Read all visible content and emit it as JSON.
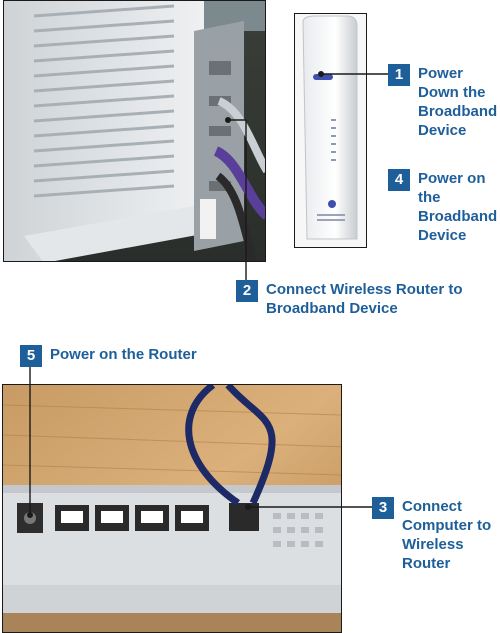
{
  "steps": [
    {
      "number": "1",
      "text": "Power Down the Broadband Device"
    },
    {
      "number": "2",
      "text": "Connect Wireless Router to Broadband Device"
    },
    {
      "number": "3",
      "text": "Connect Computer to Wireless Router"
    },
    {
      "number": "4",
      "text": "Power on the Broadband Device"
    },
    {
      "number": "5",
      "text": "Power on the Router"
    }
  ],
  "colors": {
    "accent": "#1f5f99",
    "leader": "#1a1a1a"
  }
}
